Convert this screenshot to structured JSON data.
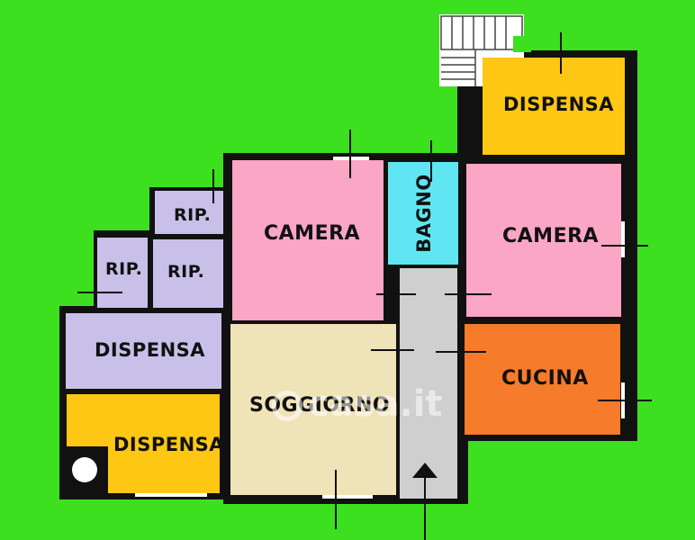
{
  "rooms": {
    "dispensa_top": "DISPENSA",
    "camera_left": "CAMERA",
    "bagno": "BAGNO",
    "camera_right": "CAMERA",
    "rip_top": "RIP.",
    "rip_left": "RIP.",
    "rip_mid": "RIP.",
    "dispensa_mid": "DISPENSA",
    "soggiorno": "SOGGIORNO",
    "cucina": "CUCINA",
    "dispensa_bottom": "DISPENSA"
  },
  "watermark": "casa.it",
  "colors": {
    "background": "#3de01f",
    "dispensa_yellow": "#fdc713",
    "camera_pink": "#fba6c5",
    "bagno_cyan": "#5fe6f2",
    "rip_lilac": "#c8c0e8",
    "soggiorno_beige": "#efe3b8",
    "cucina_orange": "#f67b2a",
    "corridor_gray": "#cfcfcf",
    "wall": "#111111"
  }
}
